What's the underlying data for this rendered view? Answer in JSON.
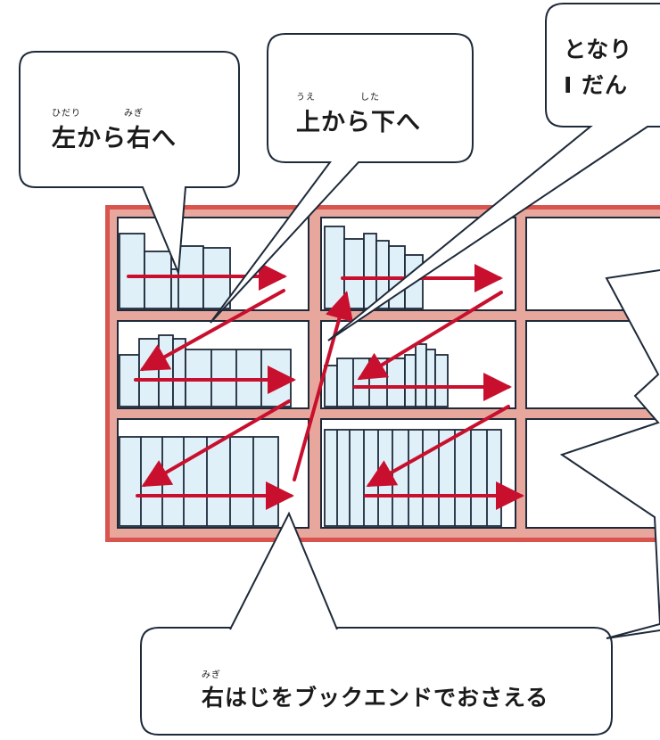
{
  "bubbles": {
    "left_to_right": {
      "ruby": [
        "ひだり",
        "みぎ"
      ],
      "text": "左から右へ"
    },
    "top_to_bottom": {
      "ruby": [
        "うえ",
        "した"
      ],
      "text": "上から下へ"
    },
    "next_shelf": {
      "line1": "となり",
      "line2": "I だん"
    },
    "bookend": {
      "ruby": "みぎ",
      "text": "右はじをブックエンドでおさえる"
    }
  },
  "colors": {
    "shelf_frame": "#d9544f",
    "shelf_wood": "#e8a79c",
    "arrow": "#c8102e",
    "book_fill": "#dff0f8",
    "outline": "#1e2a3a"
  }
}
